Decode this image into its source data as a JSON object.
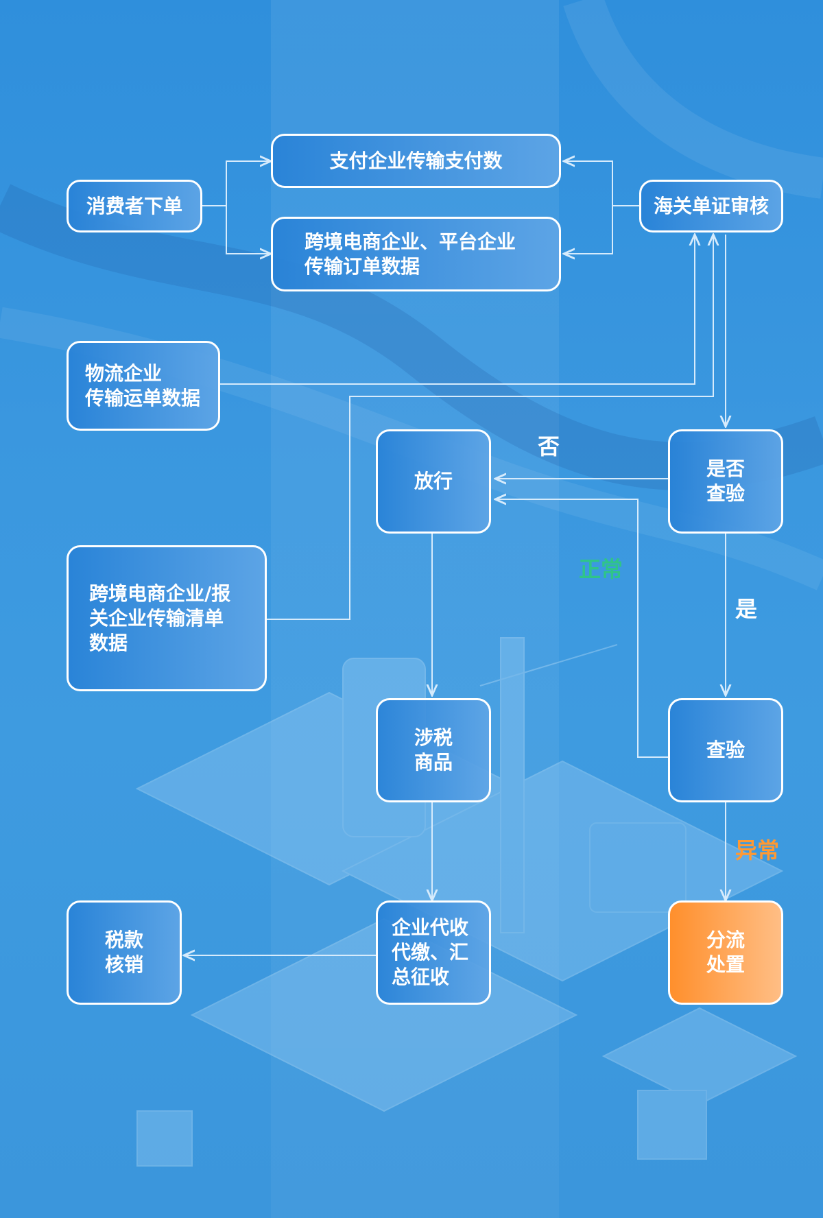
{
  "colors": {
    "accent_green": "#2fc489",
    "accent_orange": "#ff9933",
    "connector": "#cfe6fb",
    "node_border": "#ffffff"
  },
  "nodes": {
    "consumer_order": "消费者下单",
    "payment_data": "支付企业传输支付数",
    "order_data": "跨境电商企业、平台企业\n传输订单数据",
    "customs_review": "海关单证审核",
    "logistics_data": "物流企业\n传输运单数据",
    "release": "放行",
    "inspect_question": "是否\n查验",
    "manifest_data": "跨境电商企业/报\n关企业传输清单\n数据",
    "taxable_goods": "涉税\n商品",
    "inspection": "查验",
    "tax_collection": "企业代收\n代缴、汇\n总征收",
    "tax_writeoff": "税款\n核销",
    "diversion": "分流\n处置"
  },
  "labels": {
    "no": "否",
    "yes": "是",
    "normal": "正常",
    "abnormal": "异常"
  }
}
